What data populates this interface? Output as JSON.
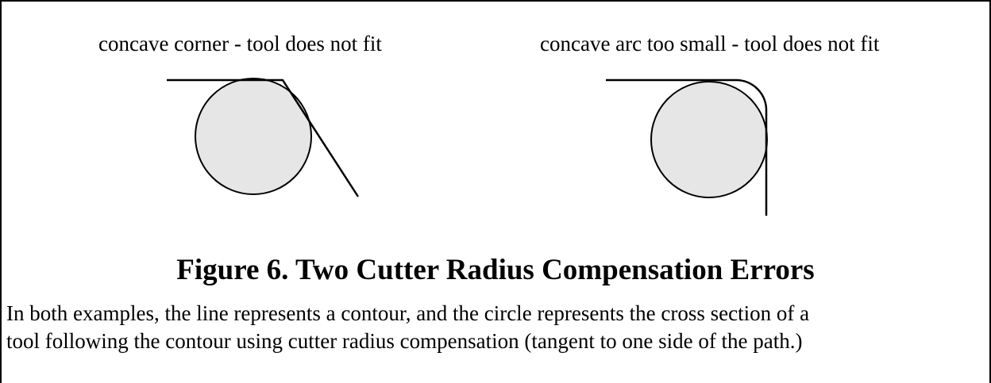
{
  "panels": {
    "left_label": "concave corner - tool does not fit",
    "right_label": "concave arc too small - tool does not fit"
  },
  "figure": {
    "title": "Figure 6. Two Cutter Radius Compensation Errors",
    "caption_line1": "In both examples, the line represents a contour, and the circle represents the cross section of a",
    "caption_line2": "tool following the contour using cutter radius compensation (tangent to one side of the path.)"
  },
  "colors": {
    "tool_fill": "#e6e6e6",
    "stroke": "#000000"
  }
}
